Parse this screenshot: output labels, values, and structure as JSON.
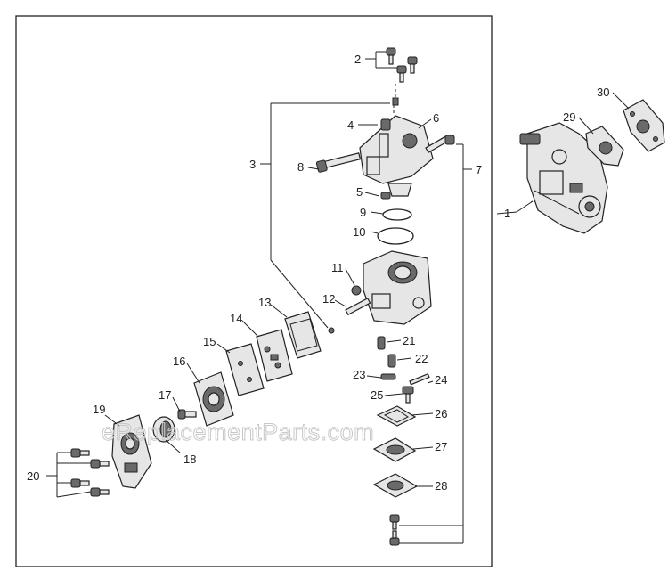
{
  "watermark": "eReplacementParts.com",
  "callouts": [
    "1",
    "2",
    "3",
    "4",
    "5",
    "6",
    "7",
    "8",
    "9",
    "10",
    "11",
    "12",
    "13",
    "14",
    "15",
    "16",
    "17",
    "18",
    "19",
    "20",
    "21",
    "22",
    "23",
    "24",
    "25",
    "26",
    "27",
    "28",
    "29",
    "30"
  ]
}
